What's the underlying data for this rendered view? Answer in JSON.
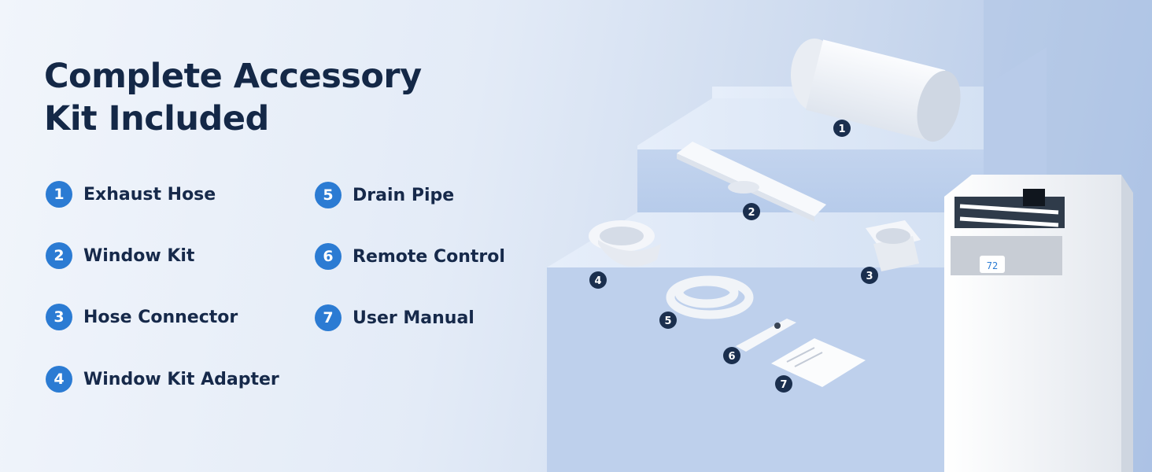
{
  "heading": {
    "line1": "Complete Accessory",
    "line2": "Kit Included"
  },
  "items": [
    {
      "number": "1",
      "label": "Exhaust Hose"
    },
    {
      "number": "2",
      "label": "Window Kit"
    },
    {
      "number": "3",
      "label": "Hose Connector"
    },
    {
      "number": "4",
      "label": "Window Kit Adapter"
    },
    {
      "number": "5",
      "label": "Drain Pipe"
    },
    {
      "number": "6",
      "label": "Remote Control"
    },
    {
      "number": "7",
      "label": "User Manual"
    }
  ],
  "markers": [
    "1",
    "2",
    "3",
    "4",
    "5",
    "6",
    "7"
  ],
  "appliance_display": "72",
  "colors": {
    "heading": "#142847",
    "badge": "#2b7bd3",
    "marker": "#1b2f4e",
    "background": "#dfe8f5"
  }
}
